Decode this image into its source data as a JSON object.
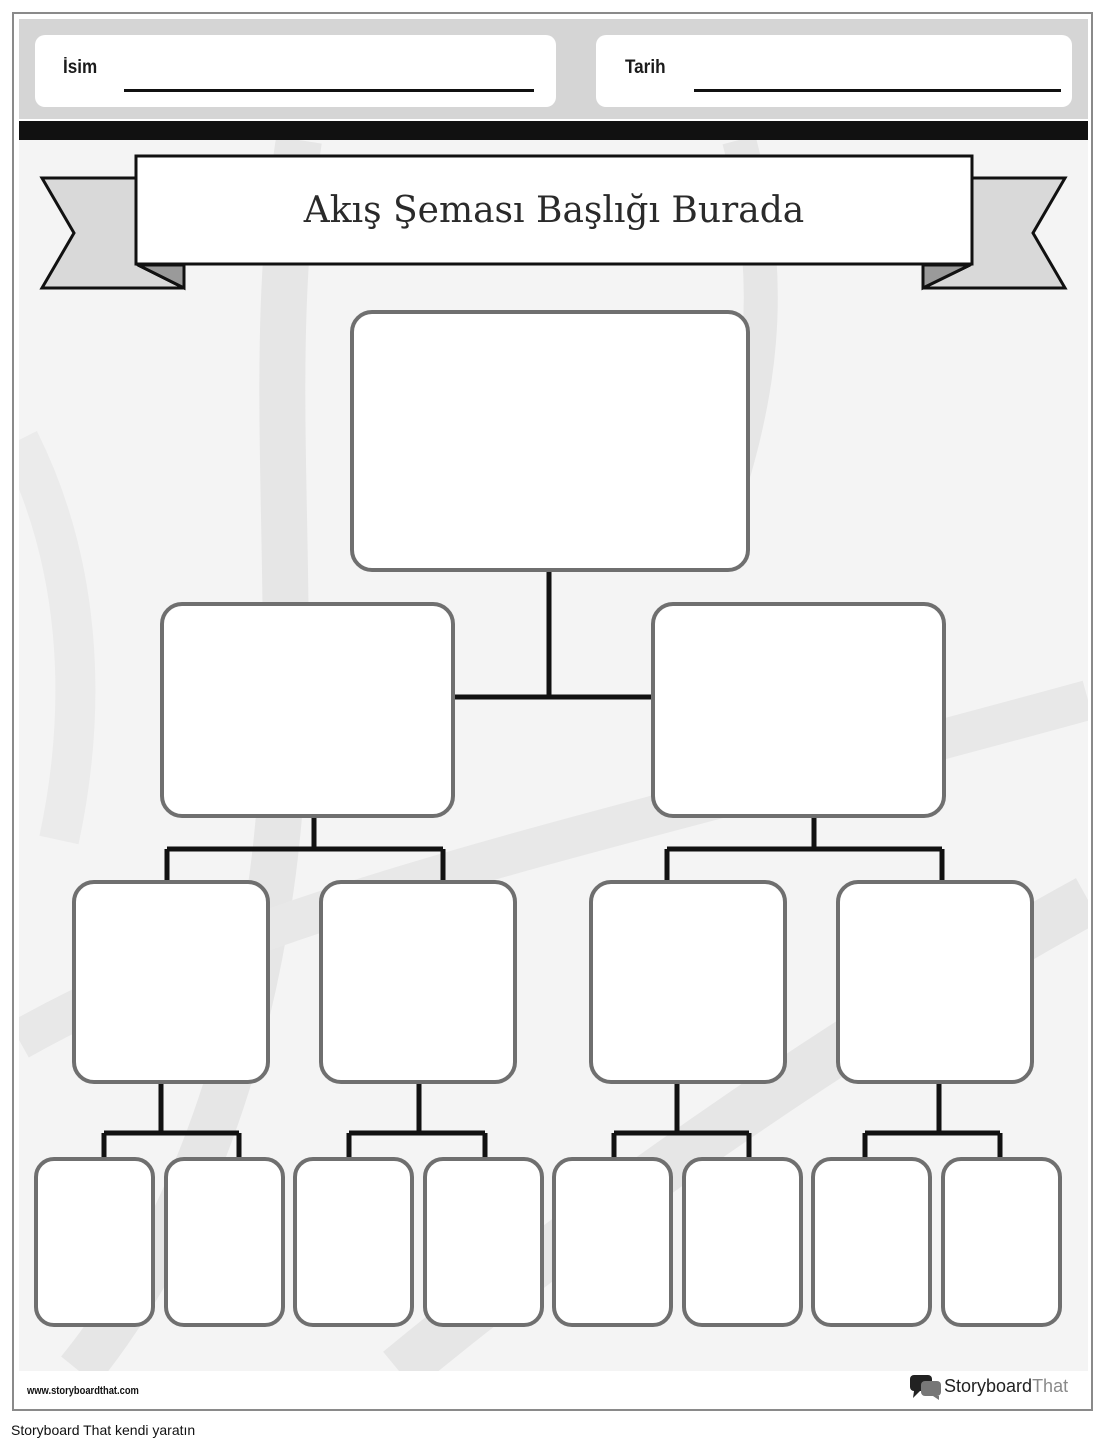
{
  "worksheet": {
    "name_label": "İsim",
    "date_label": "Tarih",
    "title": "Akış Şeması Başlığı Burada"
  },
  "flowchart": {
    "levels": [
      {
        "level": 1,
        "box_count": 1
      },
      {
        "level": 2,
        "box_count": 2
      },
      {
        "level": 3,
        "box_count": 4
      },
      {
        "level": 4,
        "box_count": 8
      }
    ]
  },
  "footer": {
    "url": "www.storyboardthat.com",
    "brand_word1": "Storyboard",
    "brand_word2": "That"
  },
  "caption": "Storyboard That kendi yaratın",
  "colors": {
    "header_band": "#d5d5d5",
    "bar": "#111111",
    "canvas": "#f4f4f4",
    "box_border": "#6f6f6f",
    "ribbon": "#d9d9d9"
  }
}
